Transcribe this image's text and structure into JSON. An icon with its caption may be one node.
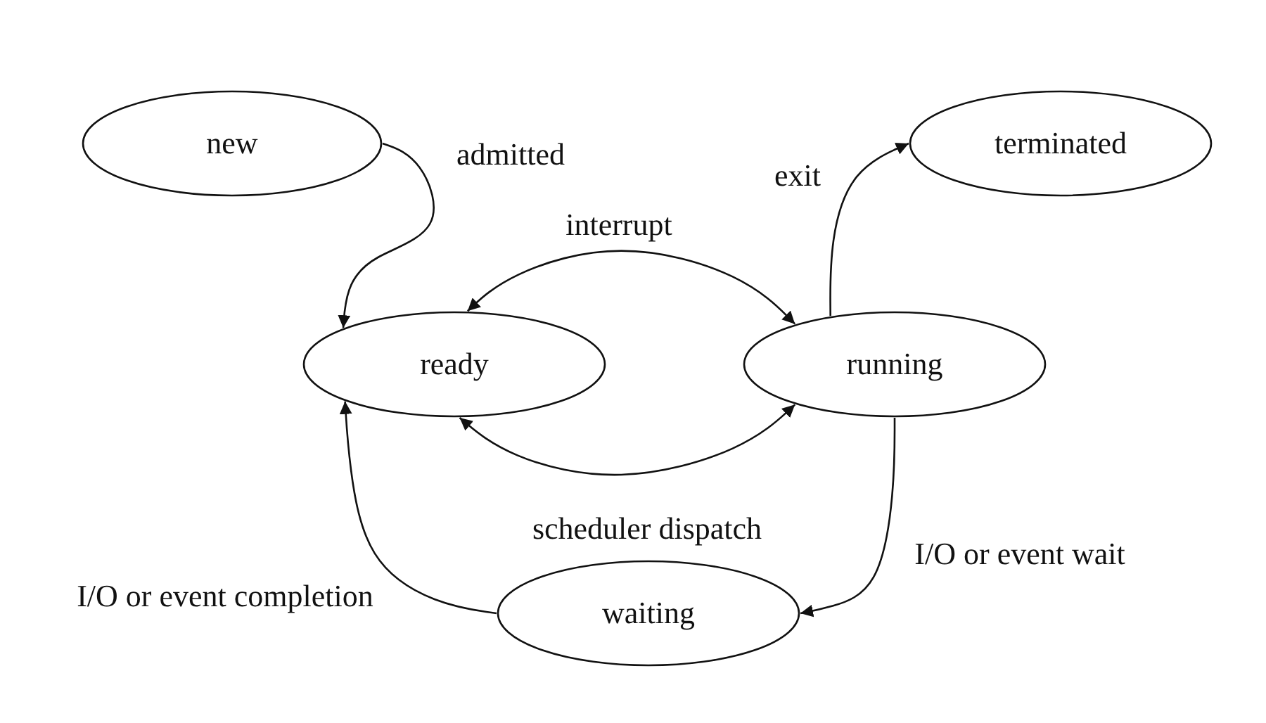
{
  "diagram": {
    "nodes": [
      {
        "text": [
          "new"
        ]
      },
      {
        "text": [
          "terminated"
        ]
      },
      {
        "text": [
          "ready"
        ]
      },
      {
        "text": [
          "running"
        ]
      },
      {
        "text": [
          "waiting"
        ]
      }
    ],
    "edges": [
      {
        "from": 0,
        "to": 2,
        "arrow": "to",
        "label": "admitted"
      },
      {
        "from": 2,
        "to": 3,
        "arrow": "both",
        "label": "interrupt"
      },
      {
        "from": 2,
        "to": 3,
        "arrow": "both",
        "label": "scheduler dispatch"
      },
      {
        "from": 3,
        "to": 1,
        "arrow": "to",
        "label": "exit"
      },
      {
        "from": 3,
        "to": 4,
        "arrow": "to",
        "label": "I/O or event wait"
      },
      {
        "from": 4,
        "to": 2,
        "arrow": "to",
        "label": "I/O or event completion"
      }
    ]
  }
}
